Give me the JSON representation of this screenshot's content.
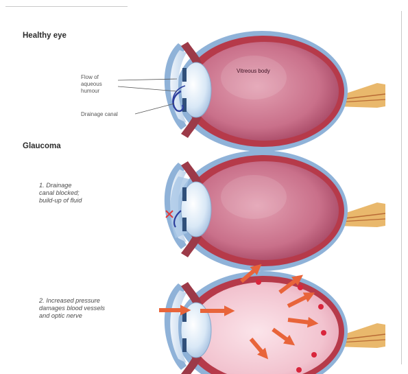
{
  "headings": {
    "healthy": "Healthy eye",
    "glaucoma": "Glaucoma"
  },
  "labels": {
    "flow": "Flow of\naqueous\nhumour",
    "drainage": "Drainage canal",
    "vitreous": "Vitreous body"
  },
  "captions": {
    "step1": "1. Drainage\ncanal blocked;\nbuild-up of fluid",
    "step2": "2. Increased pressure\ndamages blood vessels\nand optic nerve"
  },
  "colors": {
    "outer_blue": "#8fb2d8",
    "wall_red": "#b63a4a",
    "vitreous_pink": "#c4687f",
    "vitreous_light": "#f2c7d2",
    "nerve": "#e8b56a",
    "arrow": "#e8643a",
    "damage_spot": "#d9253c",
    "aqueous_line": "#2c3e9c"
  }
}
